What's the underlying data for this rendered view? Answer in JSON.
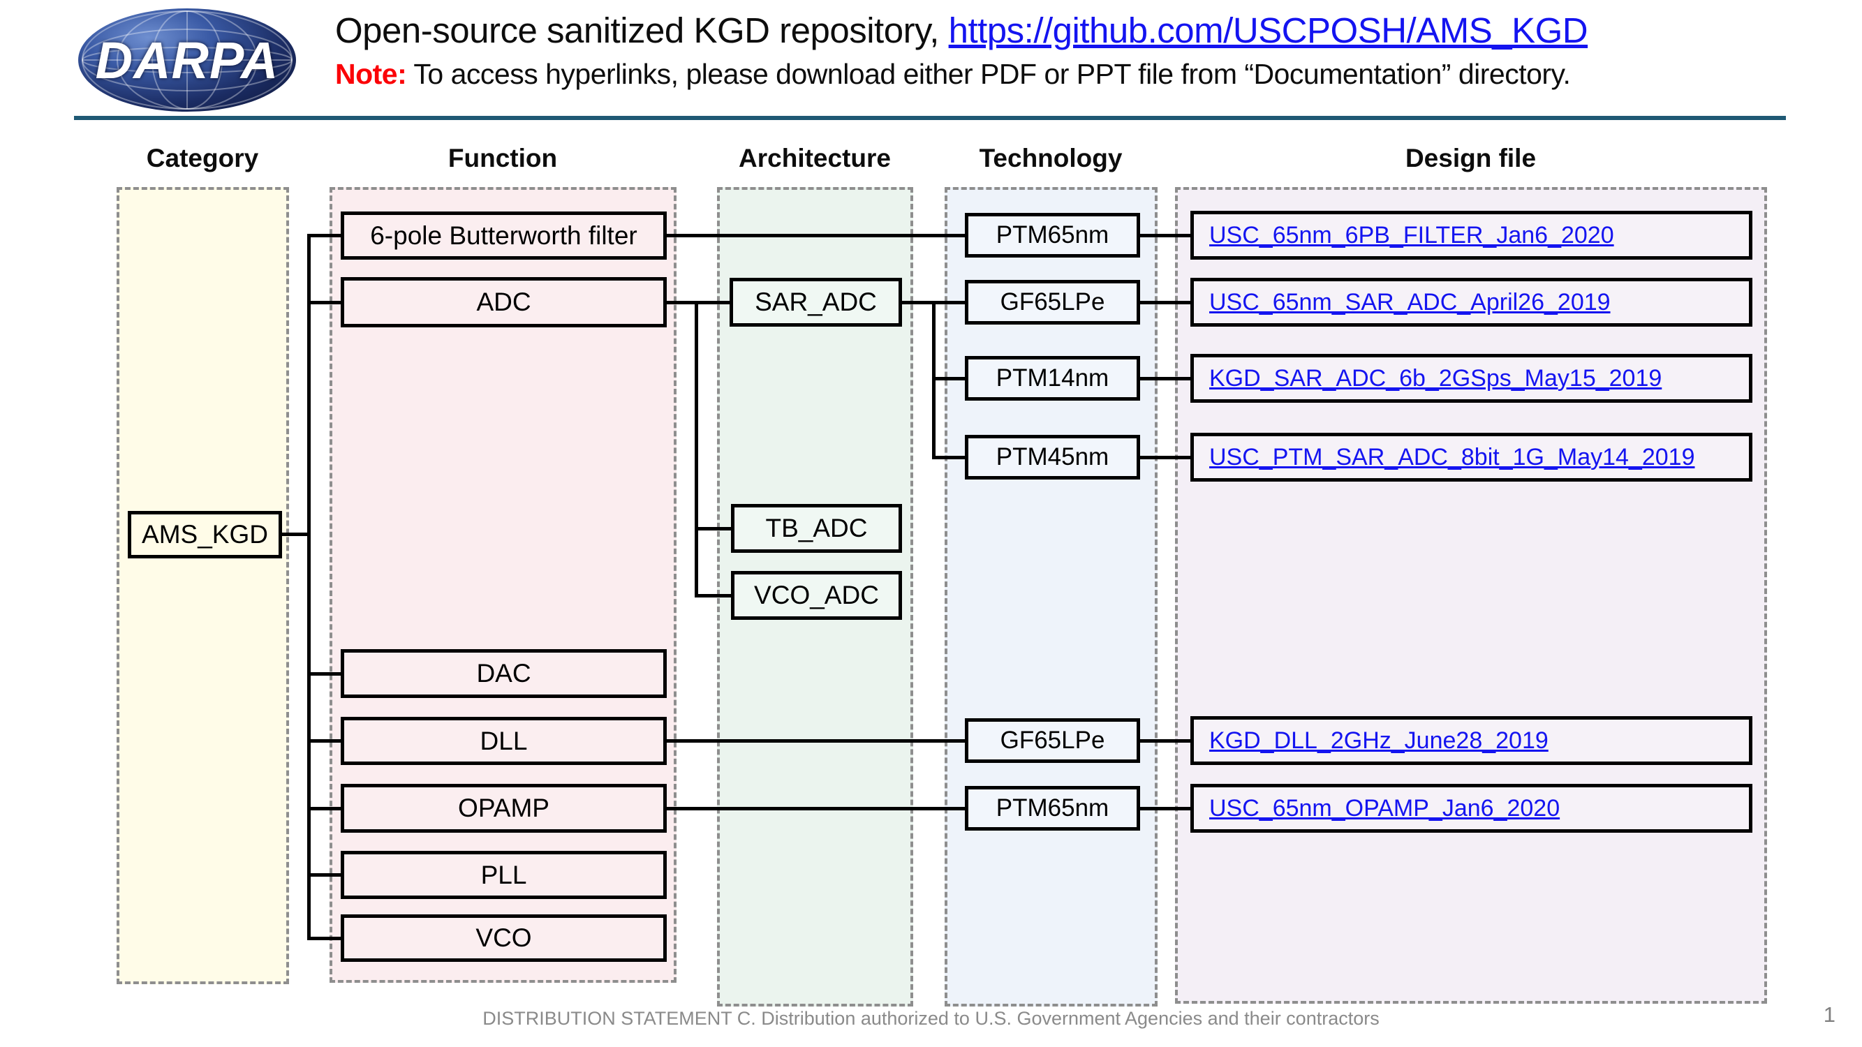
{
  "header": {
    "logo_text": "DARPA",
    "title_prefix": "Open-source sanitized KGD repository, ",
    "title_link": "https://github.com/USCPOSH/AMS_KGD",
    "note_label": "Note:",
    "note_text": " To access hyperlinks, please download either PDF or PPT file from “Documentation” directory."
  },
  "columns": [
    {
      "label": "Category"
    },
    {
      "label": "Function"
    },
    {
      "label": "Architecture"
    },
    {
      "label": "Technology"
    },
    {
      "label": "Design file"
    }
  ],
  "nodes": {
    "ams_kgd": {
      "label": "AMS_KGD"
    },
    "fn_filter": {
      "label": "6-pole Butterworth filter"
    },
    "fn_adc": {
      "label": "ADC"
    },
    "fn_dac": {
      "label": "DAC"
    },
    "fn_dll": {
      "label": "DLL"
    },
    "fn_opamp": {
      "label": "OPAMP"
    },
    "fn_pll": {
      "label": "PLL"
    },
    "fn_vco": {
      "label": "VCO"
    },
    "ar_sar_adc": {
      "label": "SAR_ADC"
    },
    "ar_tb_adc": {
      "label": "TB_ADC"
    },
    "ar_vco_adc": {
      "label": "VCO_ADC"
    },
    "tech_filter": {
      "label": "PTM65nm"
    },
    "tech_sar": {
      "label": "GF65LPe"
    },
    "tech_ptm14": {
      "label": "PTM14nm"
    },
    "tech_ptm45": {
      "label": "PTM45nm"
    },
    "tech_dll": {
      "label": "GF65LPe"
    },
    "tech_opamp": {
      "label": "PTM65nm"
    },
    "file_filter": {
      "label": "USC_65nm_6PB_FILTER_Jan6_2020"
    },
    "file_sar": {
      "label": "USC_65nm_SAR_ADC_April26_2019"
    },
    "file_ptm14": {
      "label": "KGD_SAR_ADC_6b_2GSps_May15_2019"
    },
    "file_ptm45": {
      "label": "USC_PTM_SAR_ADC_8bit_1G_May14_2019"
    },
    "file_dll": {
      "label": "KGD_DLL_2GHz_June28_2019"
    },
    "file_opamp": {
      "label": "USC_65nm_OPAMP_Jan6_2020"
    }
  },
  "edges": [
    [
      "AMS_KGD",
      "6-pole Butterworth filter"
    ],
    [
      "AMS_KGD",
      "ADC"
    ],
    [
      "AMS_KGD",
      "DAC"
    ],
    [
      "AMS_KGD",
      "DLL"
    ],
    [
      "AMS_KGD",
      "OPAMP"
    ],
    [
      "AMS_KGD",
      "PLL"
    ],
    [
      "AMS_KGD",
      "VCO"
    ],
    [
      "6-pole Butterworth filter",
      "PTM65nm"
    ],
    [
      "PTM65nm",
      "USC_65nm_6PB_FILTER_Jan6_2020"
    ],
    [
      "ADC",
      "SAR_ADC"
    ],
    [
      "ADC",
      "TB_ADC"
    ],
    [
      "ADC",
      "VCO_ADC"
    ],
    [
      "SAR_ADC",
      "GF65LPe"
    ],
    [
      "SAR_ADC",
      "PTM14nm"
    ],
    [
      "SAR_ADC",
      "PTM45nm"
    ],
    [
      "GF65LPe",
      "USC_65nm_SAR_ADC_April26_2019"
    ],
    [
      "PTM14nm",
      "KGD_SAR_ADC_6b_2GSps_May15_2019"
    ],
    [
      "PTM45nm",
      "USC_PTM_SAR_ADC_8bit_1G_May14_2019"
    ],
    [
      "DLL",
      "GF65LPe"
    ],
    [
      "GF65LPe",
      "KGD_DLL_2GHz_June28_2019"
    ],
    [
      "OPAMP",
      "PTM65nm"
    ],
    [
      "PTM65nm",
      "USC_65nm_OPAMP_Jan6_2020"
    ]
  ],
  "colors": {
    "rule_blue": "#1f5974",
    "link_blue": "#1414f0",
    "note_red": "#fb0207",
    "category_bg": "#fffce8",
    "function_bg": "#fbedef",
    "architecture_bg": "#ebf4ee",
    "technology_bg": "#eef3fa",
    "designfile_bg": "#f4eff6"
  },
  "footer": {
    "distribution": "DISTRIBUTION STATEMENT C. Distribution authorized to U.S. Government Agencies and their contractors",
    "page_number": "1"
  }
}
